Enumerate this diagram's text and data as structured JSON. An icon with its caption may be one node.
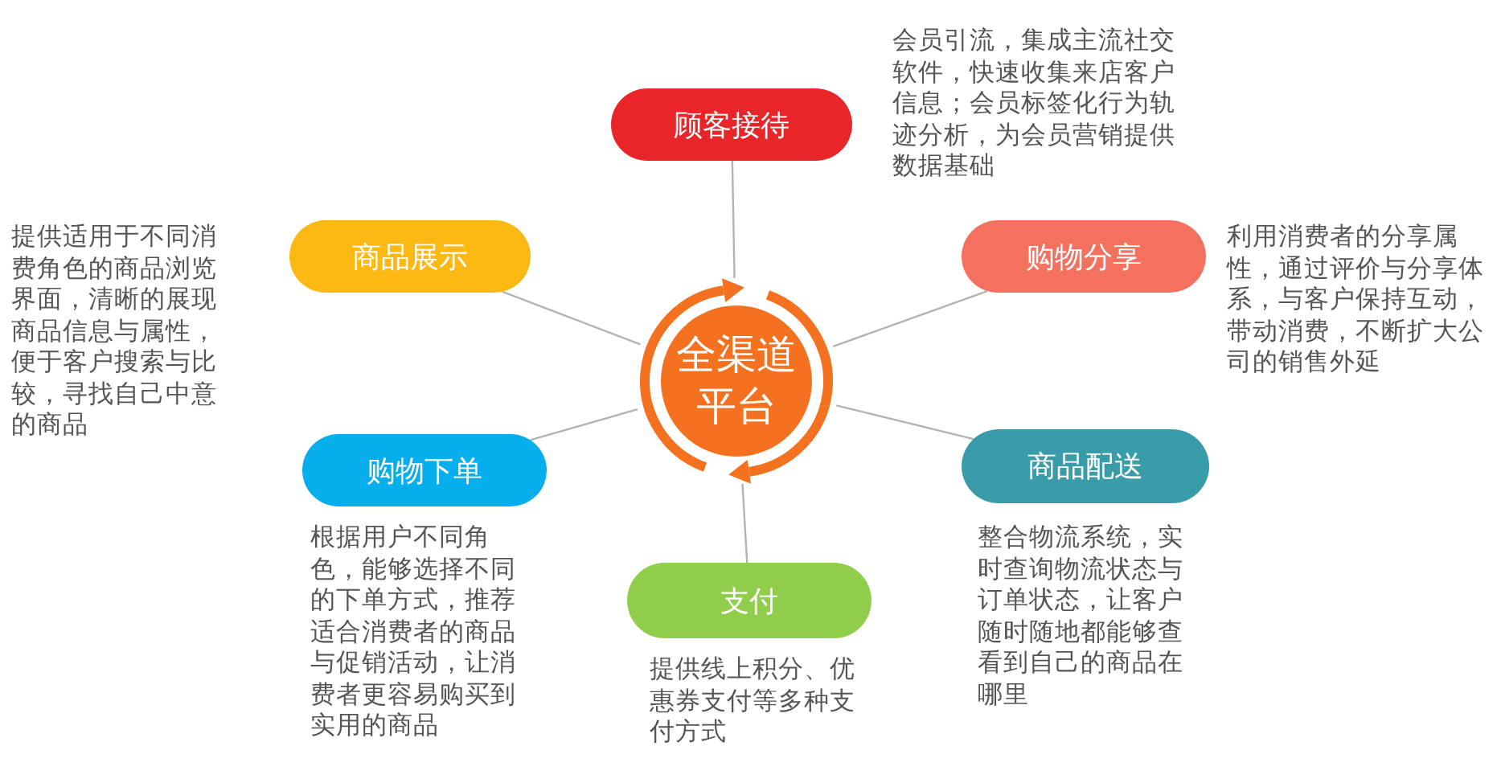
{
  "diagram": {
    "nodes": [
      {
        "text": [
          "顾客接待"
        ],
        "beside": [
          "会员引流，集成主流社交软件，快速收集来店客户信息；会员标签化行为轨迹分析，为会员营销提供数据基础"
        ]
      },
      {
        "text": [
          "商品展示"
        ],
        "beside": [
          "提供适用于不同消费角色的商品浏览界面，清晰的展现商品信息与属性，便于客户搜索与比较，寻找自己中意的商品"
        ]
      },
      {
        "text": [
          "购物分享"
        ],
        "beside": [
          "利用消费者的分享属性，通过评价与分享体系，与客户保持互动，带动消费，不断扩大公司的销售外延"
        ]
      },
      {
        "text": [
          "全渠道平台"
        ]
      },
      {
        "text": [
          "购物下单"
        ],
        "beside": [
          "根据用户不同角色，能够选择不同的下单方式，推荐适合消费者的商品与促销活动，让消费者更容易购买到实用的商品"
        ]
      },
      {
        "text": [
          "商品配送"
        ],
        "beside": [
          "整合物流系统，实时查询物流状态与订单状态，让客户随时随地都能够查看到自己的商品在哪里"
        ]
      },
      {
        "text": [
          "支付"
        ],
        "beside": [
          "提供线上积分、优惠券支付等多种支付方式"
        ]
      }
    ],
    "edges": [
      {
        "from": 3,
        "to": 0,
        "arrow": "none"
      },
      {
        "from": 3,
        "to": 1,
        "arrow": "none"
      },
      {
        "from": 3,
        "to": 2,
        "arrow": "none"
      },
      {
        "from": 3,
        "to": 4,
        "arrow": "none"
      },
      {
        "from": 3,
        "to": 5,
        "arrow": "none"
      },
      {
        "from": 3,
        "to": 6,
        "arrow": "none"
      }
    ]
  }
}
